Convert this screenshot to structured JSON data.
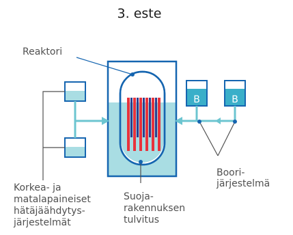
{
  "title": "3. este",
  "labels": {
    "reactor": "Reaktori",
    "tank_b1": "B",
    "tank_b2": "B",
    "boron_line1": "Boori-",
    "boron_line2": "järjestelmä",
    "containment_line1": "Suoja-",
    "containment_line2": "rakennuksen",
    "containment_line3": "tulvitus",
    "ecc_line1": "Korkea- ja",
    "ecc_line2": "matalapaineiset",
    "ecc_line3": "hätäjäähdytys-",
    "ecc_line4": "järjestelmät"
  },
  "colors": {
    "outline": "#1565b0",
    "water": "#a9dde3",
    "pipe": "#6cc5d0",
    "fuel": "#e8333c",
    "rod": "#2a3f8f",
    "boron_tank": "#3aafc9",
    "leader": "#1565b0"
  }
}
